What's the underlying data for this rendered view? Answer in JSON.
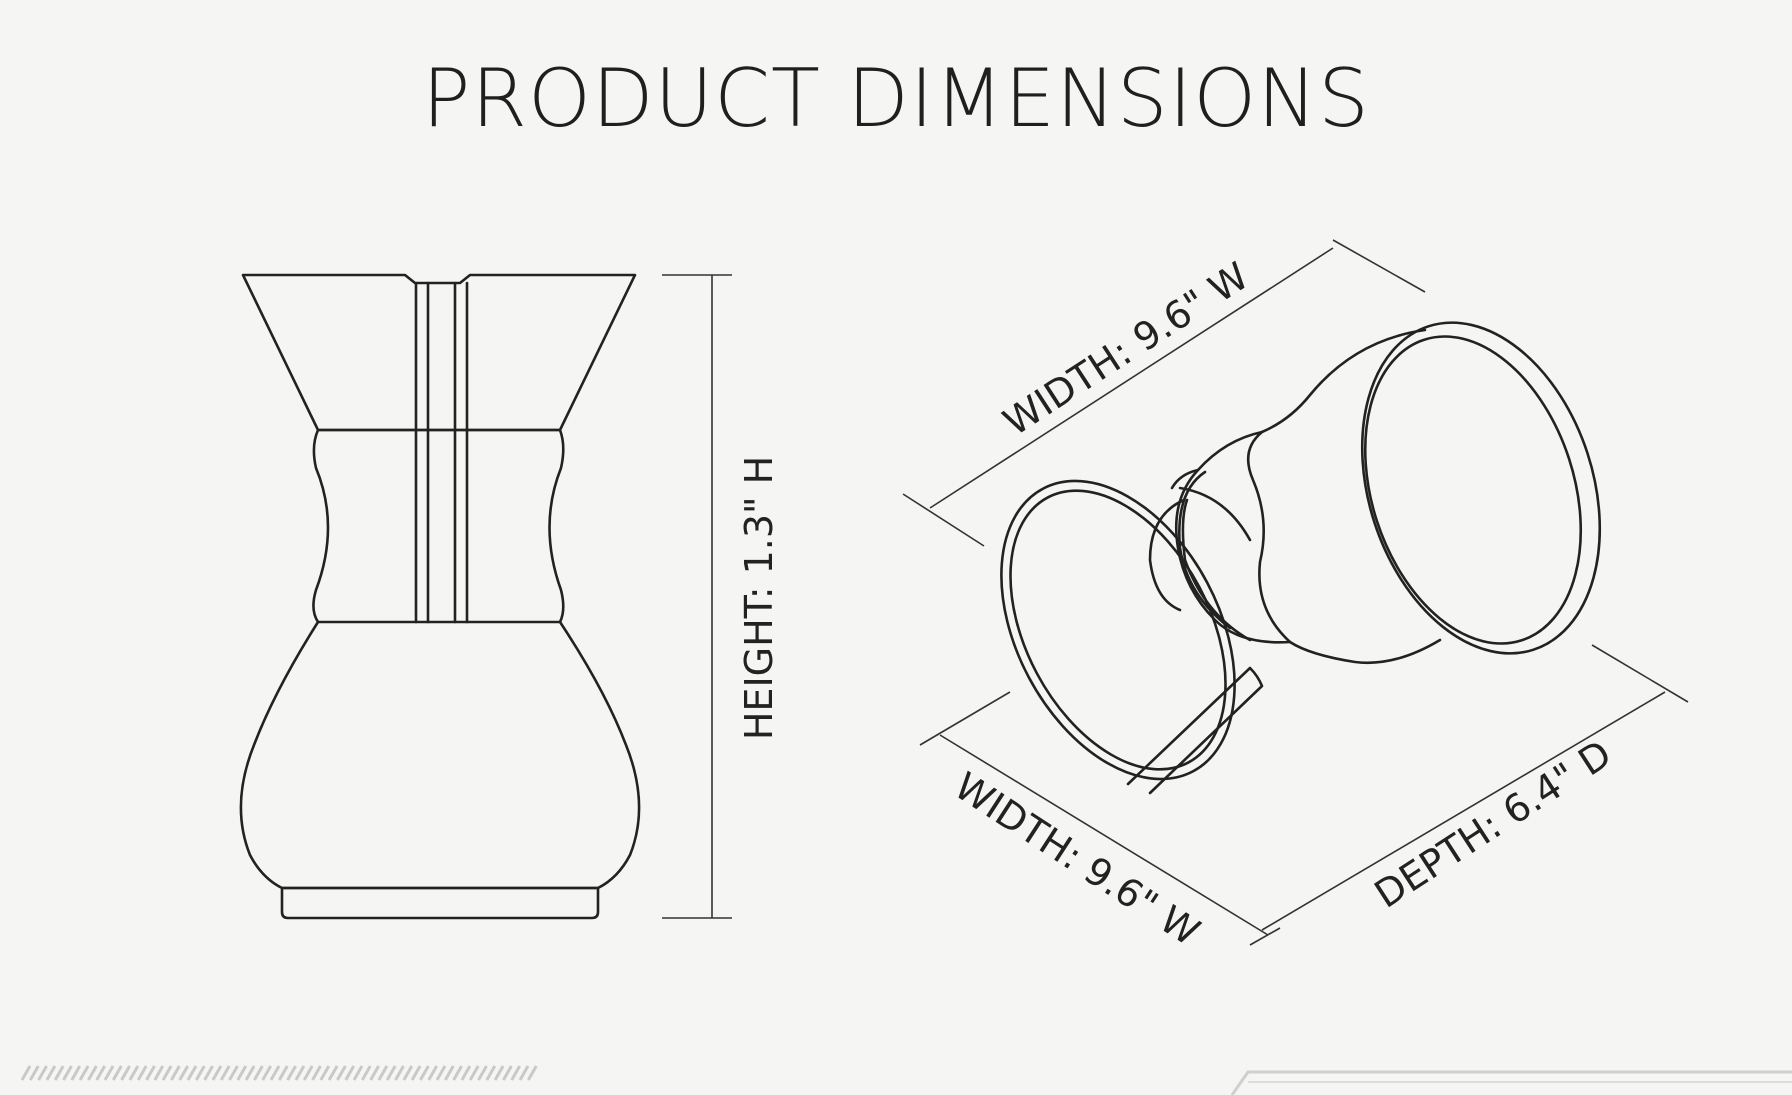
{
  "title": "PRODUCT DIMENSIONS",
  "labels": {
    "height": "HEIGHT: 1.3\" H",
    "width_top": "WIDTH: 9.6\" W",
    "width_bottom": "WIDTH: 9.6\" W",
    "depth": "DEPTH: 6.4\" D"
  }
}
